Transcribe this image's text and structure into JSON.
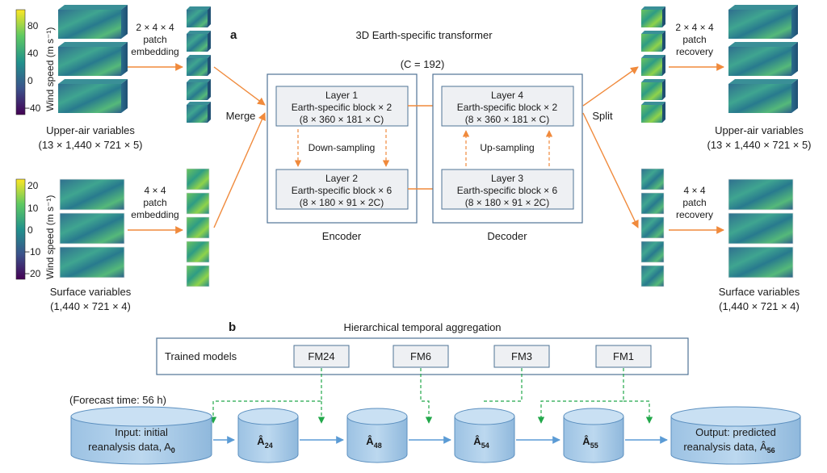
{
  "panel_a": {
    "letter": "a",
    "title": "3D Earth-specific transformer",
    "channels": "(C = 192)",
    "upper_in": {
      "embed_l1": "2 × 4 × 4",
      "embed_l2": "patch",
      "embed_l3": "embedding",
      "label": "Upper-air variables",
      "dims": "(13 × 1,440 × 721 × 5)"
    },
    "surface_in": {
      "embed_l1": "4 × 4",
      "embed_l2": "patch",
      "embed_l3": "embedding",
      "label": "Surface variables",
      "dims": "(1,440 × 721 × 4)"
    },
    "upper_colorbar": {
      "ticks": [
        "80",
        "40",
        "0",
        "−40"
      ],
      "label": "Wind speed (m s⁻¹)"
    },
    "surface_colorbar": {
      "ticks": [
        "20",
        "10",
        "0",
        "−10",
        "−20"
      ],
      "label": "Wind speed (m s⁻¹)"
    },
    "merge": "Merge",
    "split": "Split",
    "encoder": {
      "label": "Encoder",
      "layer1": {
        "name": "Layer 1",
        "block": "Earth-specific block × 2",
        "shape": "(8 × 360 × 181 × C)"
      },
      "layer2": {
        "name": "Layer 2",
        "block": "Earth-specific block × 6",
        "shape": "(8 × 180 × 91 × 2C)"
      },
      "sampling": "Down-sampling"
    },
    "decoder": {
      "label": "Decoder",
      "layer4": {
        "name": "Layer 4",
        "block": "Earth-specific block × 2",
        "shape": "(8 × 360 × 181 × C)"
      },
      "layer3": {
        "name": "Layer 3",
        "block": "Earth-specific block × 6",
        "shape": "(8 × 180 × 91 × 2C)"
      },
      "sampling": "Up-sampling"
    },
    "upper_out": {
      "recov_l1": "2 × 4 × 4",
      "recov_l2": "patch",
      "recov_l3": "recovery",
      "label": "Upper-air variables",
      "dims": "(13 × 1,440 × 721 × 5)"
    },
    "surface_out": {
      "recov_l1": "4 × 4",
      "recov_l2": "patch",
      "recov_l3": "recovery",
      "label": "Surface variables",
      "dims": "(1,440 × 721 × 4)"
    }
  },
  "panel_b": {
    "letter": "b",
    "title": "Hierarchical temporal aggregation",
    "trained_models": "Trained models",
    "models": [
      "FM24",
      "FM6",
      "FM3",
      "FM1"
    ],
    "forecast_time": "(Forecast time: 56 h)",
    "input_l1": "Input: initial",
    "input_l2": "reanalysis data, A",
    "input_sub": "0",
    "states": [
      {
        "main": "Â",
        "sub": "24"
      },
      {
        "main": "Â",
        "sub": "48"
      },
      {
        "main": "Â",
        "sub": "54"
      },
      {
        "main": "Â",
        "sub": "55"
      }
    ],
    "output_l1": "Output: predicted",
    "output_l2": "reanalysis data, Â",
    "output_sub": "56"
  },
  "colors": {
    "arrow_orange": "#f08a3c",
    "dashed_green": "#22a84a",
    "flow_blue": "#5b9bd5",
    "cylinder_fill": "#a9cbe8",
    "layer_fill": "#eef0f3",
    "box_stroke": "#4f7395"
  }
}
